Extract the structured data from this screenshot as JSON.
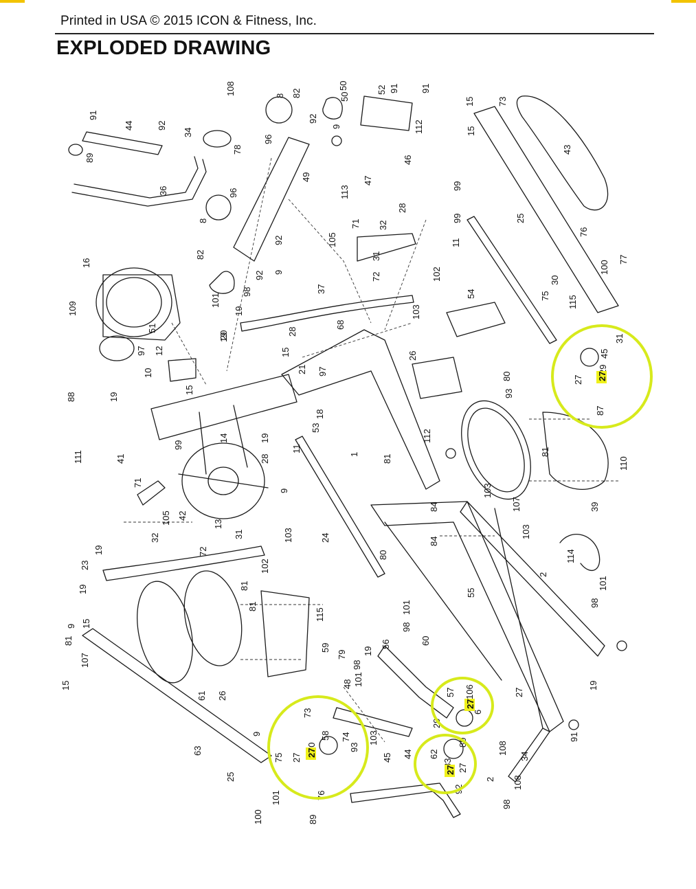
{
  "header": {
    "print_line": "Printed in USA © 2015 ICON & Fitness, Inc.",
    "title": "EXPLODED DRAWING"
  },
  "colors": {
    "highlight_ring": "#d7ea1c",
    "highlight_fill": "#f0f21a",
    "line": "#1a1a1a",
    "corner_mark": "#f2c300"
  },
  "callouts": [
    "91",
    "44",
    "92",
    "89",
    "34",
    "36",
    "108",
    "8",
    "82",
    "92",
    "9",
    "96",
    "78",
    "49",
    "8",
    "96",
    "82",
    "9",
    "92",
    "92",
    "98",
    "101",
    "50",
    "50",
    "19",
    "52",
    "91",
    "91",
    "113",
    "47",
    "46",
    "112",
    "15",
    "73",
    "15",
    "43",
    "25",
    "99",
    "99",
    "11",
    "28",
    "32",
    "71",
    "105",
    "31",
    "72",
    "37",
    "102",
    "103",
    "54",
    "68",
    "30",
    "75",
    "115",
    "76",
    "100",
    "77",
    "16",
    "109",
    "51",
    "97",
    "12",
    "10",
    "19",
    "28",
    "15",
    "21",
    "97",
    "53",
    "26",
    "80",
    "93",
    "27",
    "29",
    "45",
    "31",
    "87",
    "88",
    "19",
    "15",
    "20",
    "18",
    "14",
    "28",
    "19",
    "99",
    "11",
    "9",
    "112",
    "1",
    "81",
    "81",
    "110",
    "111",
    "41",
    "71",
    "105",
    "42",
    "13",
    "31",
    "32",
    "72",
    "19",
    "103",
    "103",
    "84",
    "84",
    "103",
    "107",
    "39",
    "114",
    "23",
    "19",
    "102",
    "81",
    "24",
    "80",
    "55",
    "2",
    "98",
    "101",
    "15",
    "81",
    "115",
    "59",
    "98",
    "101",
    "9",
    "81",
    "79",
    "19",
    "56",
    "60",
    "98",
    "101",
    "48",
    "61",
    "26",
    "107",
    "15",
    "73",
    "58",
    "103",
    "57",
    "6",
    "106",
    "27",
    "19",
    "74",
    "93",
    "91",
    "9",
    "75",
    "30",
    "27",
    "29",
    "62",
    "80",
    "83",
    "27",
    "108",
    "34",
    "63",
    "25",
    "76",
    "89",
    "45",
    "44",
    "92",
    "2",
    "108",
    "98",
    "101",
    "100",
    "77"
  ],
  "highlights": [
    "27",
    "27",
    "27",
    "27"
  ]
}
